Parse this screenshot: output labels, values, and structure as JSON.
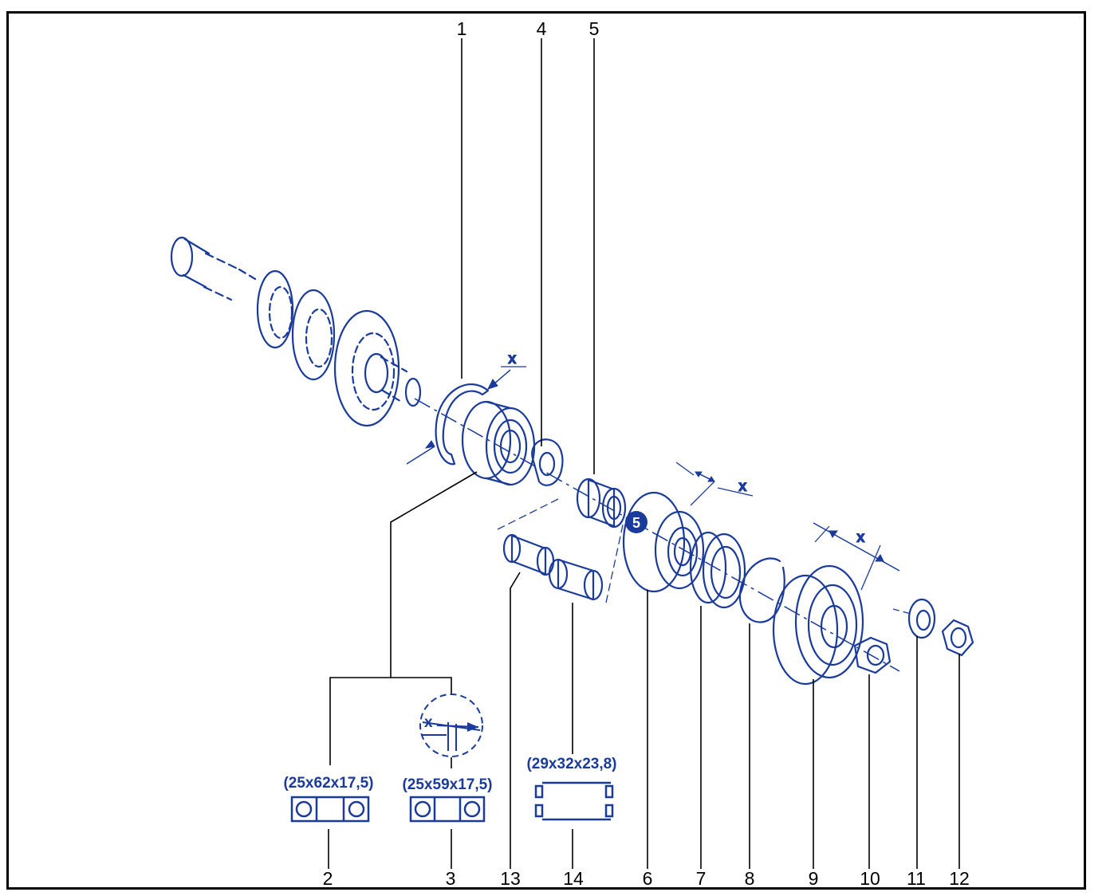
{
  "colors": {
    "ink": "#1a3a9c",
    "fill": "#eef2ff",
    "frame": "#000000"
  },
  "callouts": [
    "1",
    "2",
    "3",
    "4",
    "5",
    "6",
    "7",
    "8",
    "9",
    "10",
    "11",
    "12",
    "13",
    "14"
  ],
  "specs": {
    "bearing_2": "(25x62x17,5)",
    "bearing_3": "(25x59x17,5)",
    "needle_14": "(29x32x23,8)"
  },
  "dimension_label": "x",
  "step_badge": "5"
}
